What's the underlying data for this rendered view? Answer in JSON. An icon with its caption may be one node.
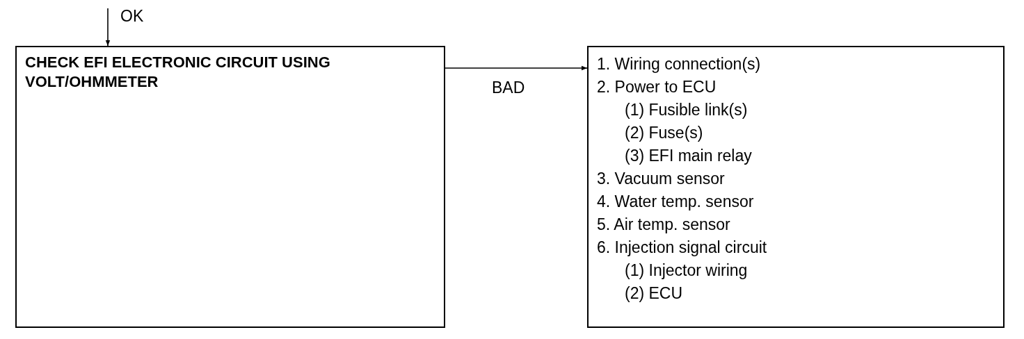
{
  "diagram": {
    "nodes": [
      {
        "text": [
          "CHECK EFI ELECTRONIC CIRCUIT USING VOLT/OHMMETER"
        ]
      },
      {
        "text": [
          "1. Wiring connection(s)",
          "2. Power to ECU",
          "(1) Fusible link(s)",
          "(2) Fuse(s)",
          "(3) EFI main relay",
          "3. Vacuum sensor",
          "4. Water temp. sensor",
          "5. Air temp. sensor",
          "6. Injection signal circuit",
          "(1) Injector wiring",
          "(2) ECU"
        ]
      }
    ],
    "edges": [
      {
        "from": null,
        "to": 0,
        "label": "OK",
        "arrow": "to"
      },
      {
        "from": 0,
        "to": 1,
        "label": "BAD",
        "arrow": "to"
      }
    ]
  }
}
